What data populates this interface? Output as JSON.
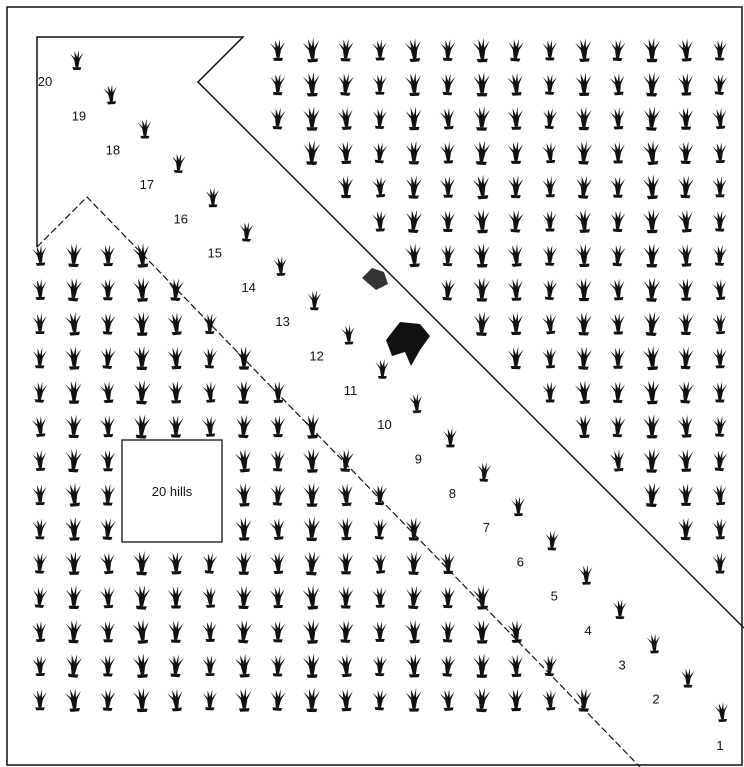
{
  "diagram": {
    "sample_area_label": "20 hills",
    "diagonal_hill_labels": [
      "1",
      "2",
      "3",
      "4",
      "5",
      "6",
      "7",
      "8",
      "9",
      "10",
      "11",
      "12",
      "13",
      "14",
      "15",
      "16",
      "17",
      "18",
      "19",
      "20"
    ]
  },
  "colors": {
    "ink": "#111111",
    "background": "#ffffff"
  },
  "icons": {
    "plant": "corn-plant-icon",
    "arrow": "diagonal-arrow-outline"
  }
}
